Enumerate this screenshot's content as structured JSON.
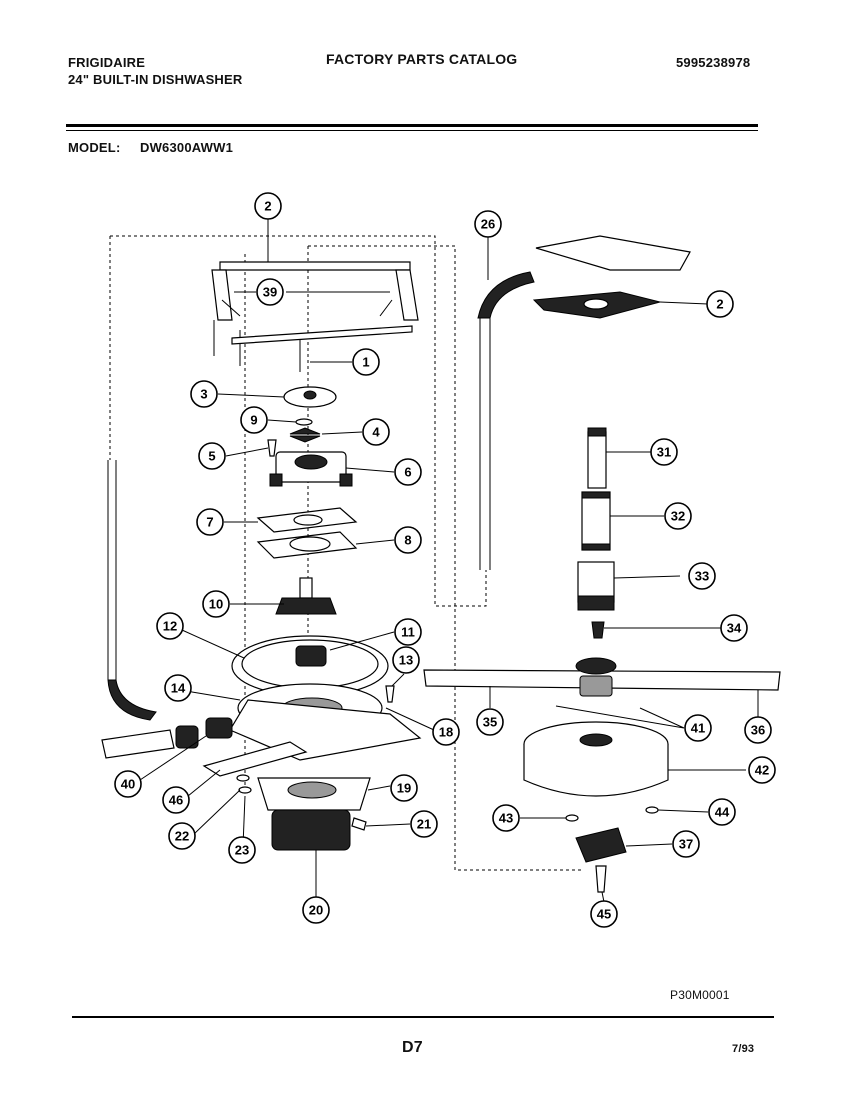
{
  "header": {
    "brand": "FRIGIDAIRE",
    "product": "24\" BUILT-IN DISHWASHER",
    "catalog": "FACTORY PARTS CATALOG",
    "catalog_number": "5995238978",
    "model_label": "MODEL:",
    "model_value": "DW6300AWW1"
  },
  "footer": {
    "drawing_code": "P30M0001",
    "page": "D7",
    "date": "7/93"
  },
  "callouts": [
    "1",
    "2",
    "3",
    "4",
    "5",
    "6",
    "7",
    "8",
    "9",
    "10",
    "11",
    "12",
    "13",
    "14",
    "18",
    "19",
    "20",
    "21",
    "22",
    "23",
    "26",
    "31",
    "32",
    "33",
    "34",
    "35",
    "36",
    "37",
    "39",
    "40",
    "41",
    "42",
    "43",
    "44",
    "45",
    "46"
  ],
  "colors": {
    "ink": "#000000",
    "paper": "#ffffff"
  }
}
